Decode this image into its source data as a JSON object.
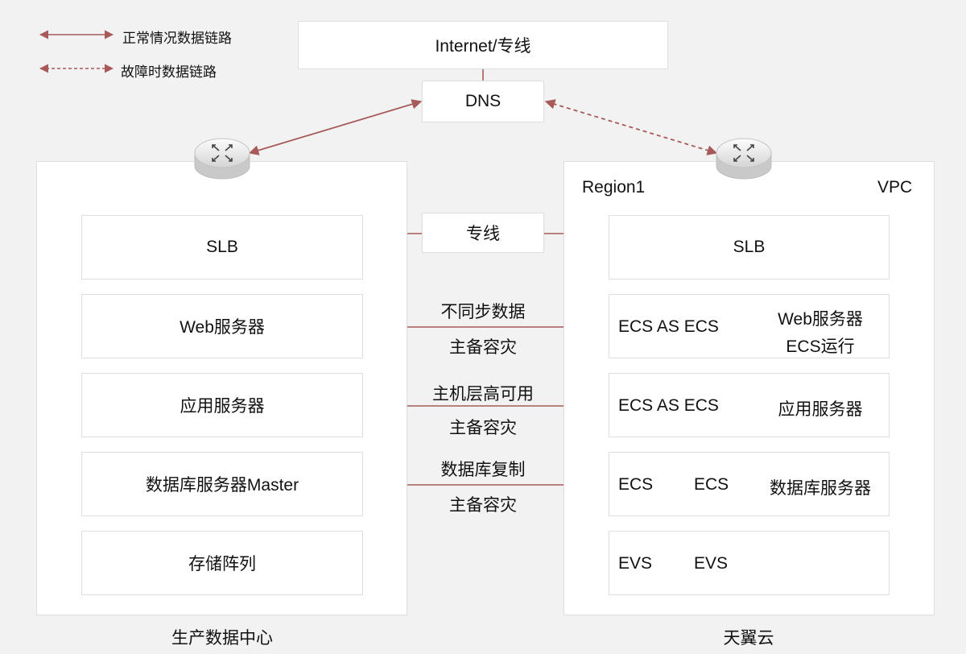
{
  "legend": {
    "normal": "正常情况数据链路",
    "failover": "故障时数据链路"
  },
  "top": {
    "internet": "Internet/专线",
    "dns": "DNS"
  },
  "left_dc": {
    "name": "生产数据中心",
    "slb": "SLB",
    "web": "Web服务器",
    "app": "应用服务器",
    "db": "数据库服务器Master",
    "storage": "存储阵列"
  },
  "middle": {
    "line": "专线",
    "web_line1": "不同步数据",
    "web_line2": "主备容灾",
    "app_line1": "主机层高可用",
    "app_line2": "主备容灾",
    "db_line1": "数据库复制",
    "db_line2": "主备容灾"
  },
  "right_dc": {
    "name": "天翼云",
    "region": "Region1",
    "vpc": "VPC",
    "slb": "SLB",
    "web_ecs": "ECS AS ECS",
    "web_label1": "Web服务器",
    "web_label2": "ECS运行",
    "app_ecs": "ECS AS ECS",
    "app_label": "应用服务器",
    "db_ecs1": "ECS",
    "db_ecs2": "ECS",
    "db_label": "数据库服务器",
    "evs1": "EVS",
    "evs2": "EVS"
  },
  "icons": {
    "left_router": "router-icon",
    "right_router": "router-icon"
  },
  "colors": {
    "link": "#a85a5a",
    "background": "#f2f2f2",
    "box": "#ffffff",
    "border": "#dedede"
  }
}
